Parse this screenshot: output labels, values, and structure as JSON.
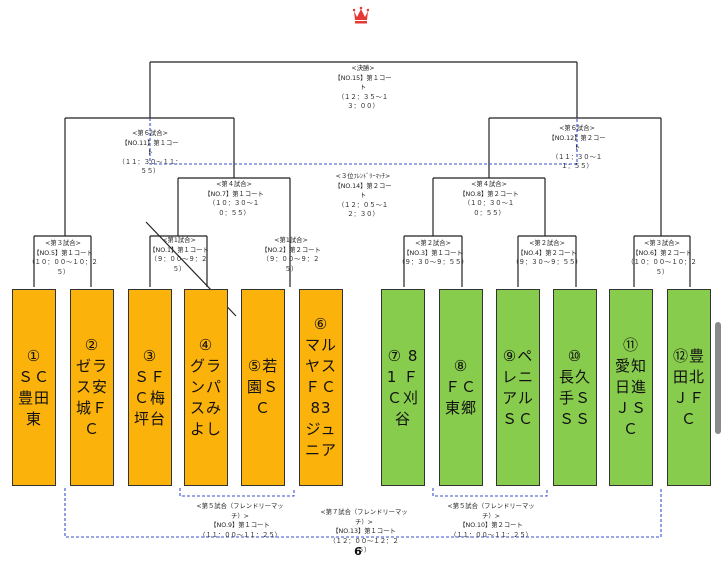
{
  "colors": {
    "orange": "#fbb20b",
    "green": "#88cc4d",
    "line": "#222222",
    "dashed": "#3a4fcf",
    "crown": "#e53935"
  },
  "crown_icon": "crown-icon",
  "page_number": "6",
  "teams": [
    {
      "name": "① ＳＣ豊田東",
      "color": "orange"
    },
    {
      "name": "② ゼラス安城ＦＣ",
      "color": "orange"
    },
    {
      "name": "③ ＳＦＣ梅坪台",
      "color": "orange"
    },
    {
      "name": "④ グランパスみよし",
      "color": "orange"
    },
    {
      "name": "⑤若園ＳＣ",
      "color": "orange"
    },
    {
      "name": "⑥ マルヤスＦＣ 83 ジュニア",
      "color": "orange"
    },
    {
      "name": "⑦ 81 ＦＣ刈谷",
      "color": "green"
    },
    {
      "name": "⑧ ＦＣ東郷",
      "color": "green"
    },
    {
      "name": "⑨ペレニアルＳＣ",
      "color": "green"
    },
    {
      "name": "⑩ 長久手ＳＳＳ",
      "color": "green"
    },
    {
      "name": "⑪ 愛知日進ＪＳＣ",
      "color": "green"
    },
    {
      "name": "⑫豊田北ＪＦＣ",
      "color": "green"
    }
  ],
  "matches": {
    "final": [
      "<決勝>",
      "【NO.15】第１コー",
      "ト",
      "（１２：３５～１",
      "３：００）"
    ],
    "m11": [
      "<第６試合>",
      "【NO.11】第１コー",
      "ト",
      "（１１：３０～１１：",
      "５５）"
    ],
    "m12": [
      "<第６試合>",
      "【NO.12】第２コー",
      "ト",
      "（１１：３０～１",
      "１：５５）"
    ],
    "m14": [
      "<３位ﾌﾚﾝﾄﾞﾘｰﾏｯﾁ>",
      "【NO.14】第２コー",
      "ト",
      "（１２：０５～１",
      "２：３０）"
    ],
    "m7": [
      "<第４試合>",
      "【NO.7】第１コート",
      "（１０：３０～１",
      "０：５５）"
    ],
    "m8": [
      "<第４試合>",
      "【NO.8】第２コート",
      "（１０：３０～１",
      "０：５５）"
    ],
    "m5": [
      "<第３試合>",
      "【NO.5】第１コート",
      "（１０：００～１０：２",
      "５）"
    ],
    "m1": [
      "<第1試合>",
      "【NO.1】第１コート",
      "（９：００～９：２",
      "５）"
    ],
    "m2": [
      "<第1試合>",
      "【NO.2】第２コート",
      "（９：００～９：２",
      "５）"
    ],
    "m3": [
      "<第２試合>",
      "【NO.3】第１コート",
      "（９：３０～９：５５）"
    ],
    "m4": [
      "<第２試合>",
      "【NO.4】第２コート",
      "（９：３０～９：５５）"
    ],
    "m6": [
      "<第３試合>",
      "【NO.6】第２コート",
      "（１０：００～１０：２",
      "５）"
    ],
    "m9": [
      "<第５試合（フレンドリーマッ",
      "チ）>",
      "【NO.9】第１コート",
      "（１１：００～１１：２５）"
    ],
    "m10": [
      "<第５試合（フレンドリーマッ",
      "チ）>",
      "【NO.10】第２コート",
      "（１１：００～１１：２５）"
    ],
    "m13": [
      "<第７試合（フレンドリーマッ",
      "チ）>",
      "【NO.13】第１コート",
      "（１２：００～１２：２",
      "５）"
    ]
  }
}
